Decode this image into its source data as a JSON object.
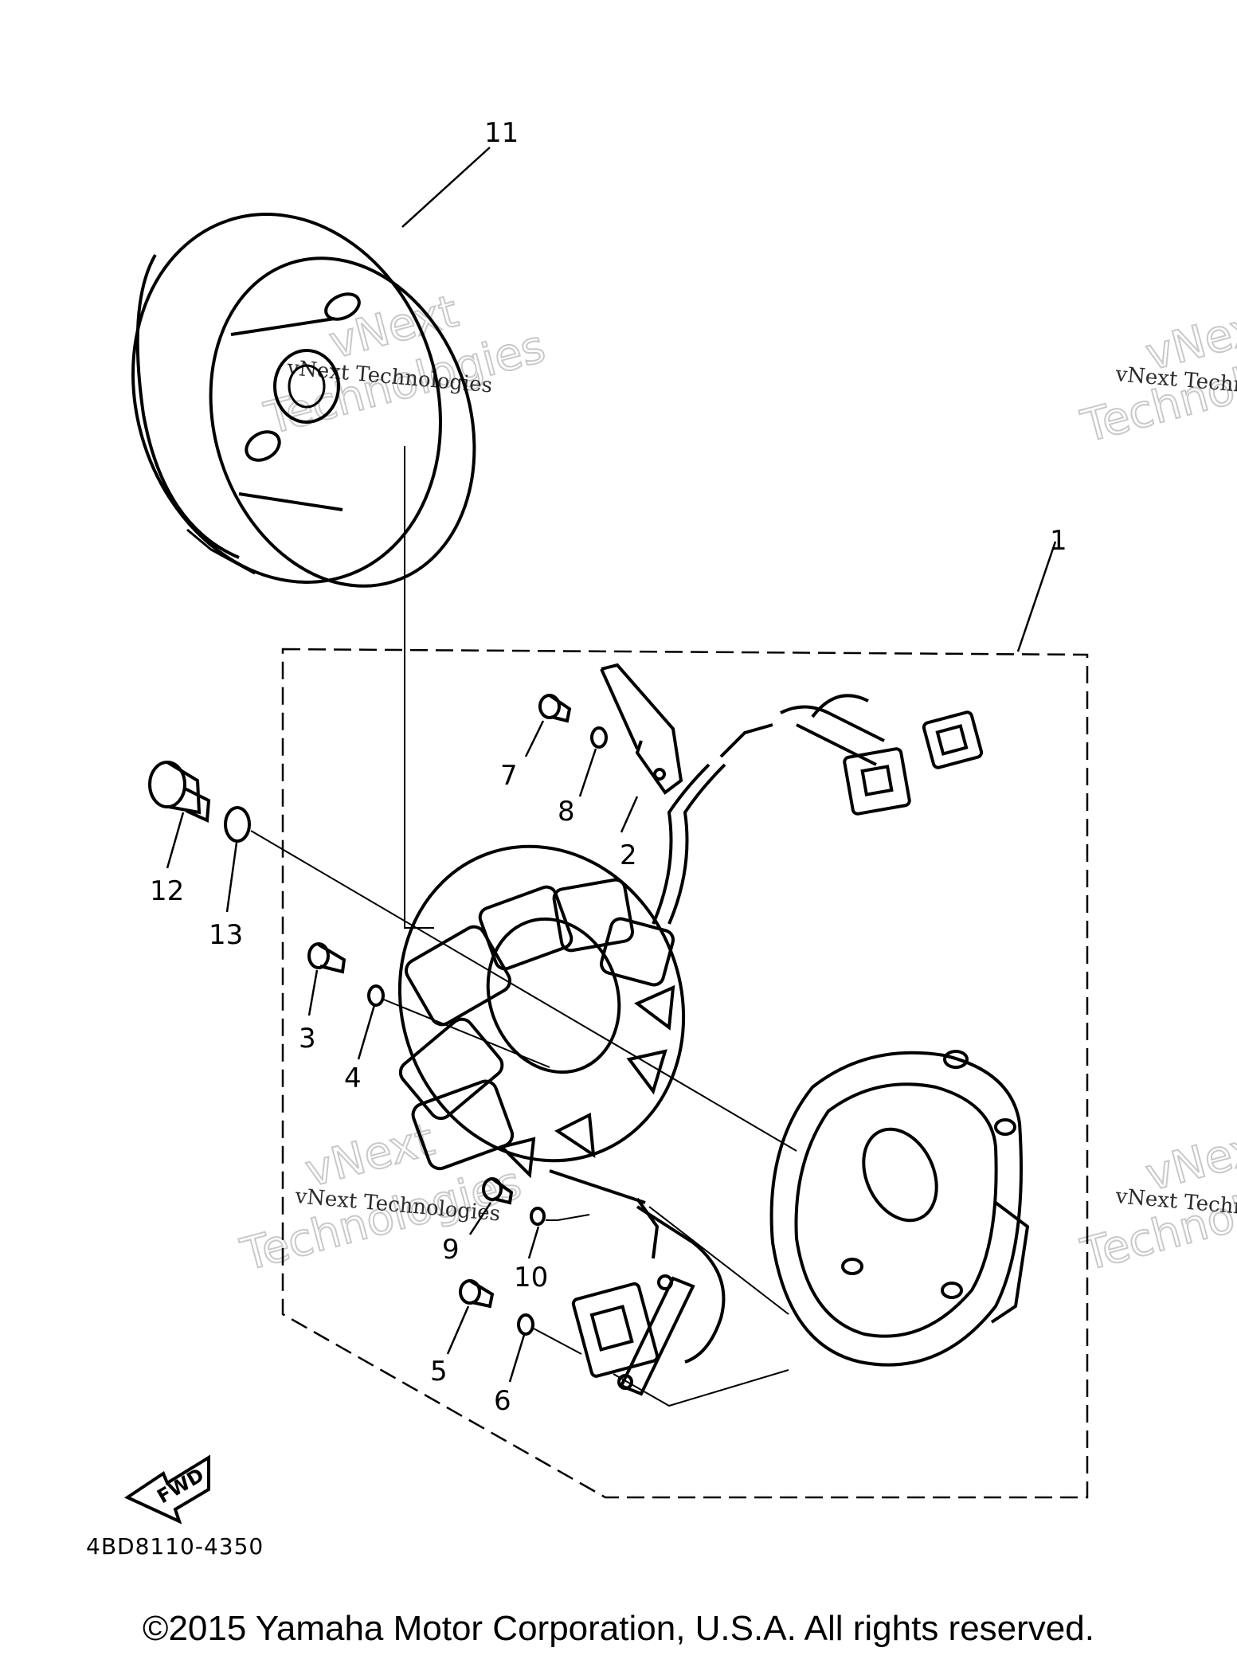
{
  "callouts": [
    "1",
    "2",
    "3",
    "4",
    "5",
    "6",
    "7",
    "8",
    "9",
    "10",
    "11",
    "12",
    "13"
  ],
  "fwd_label": "FWD",
  "part_code": "4BD8110-4350",
  "watermark": {
    "line1": "vNext Technologies",
    "big1": "vNext",
    "big2": "Technologies"
  },
  "copyright": "©2015 Yamaha Motor Corporation, U.S.A. All rights reserved."
}
